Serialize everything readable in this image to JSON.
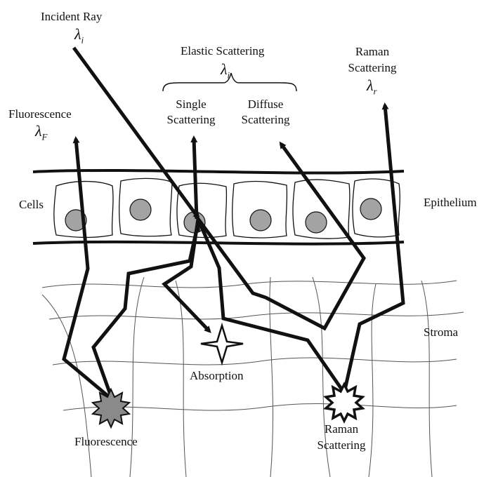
{
  "labels": {
    "incident_ray": "Incident Ray",
    "elastic_scattering": "Elastic Scattering",
    "raman_top_line1": "Raman",
    "raman_top_line2": "Scattering",
    "fluorescence_top": "Fluorescence",
    "single_line1": "Single",
    "single_line2": "Scattering",
    "diffuse_line1": "Diffuse",
    "diffuse_line2": "Scattering",
    "cells": "Cells",
    "epithelium": "Epithelium",
    "stroma": "Stroma",
    "absorption": "Absorption",
    "fluorescence_bottom": "Fluorescence",
    "raman_bottom_line1": "Raman",
    "raman_bottom_line2": "Scattering"
  },
  "symbols": {
    "lambda": "λ",
    "incident_sub": "i",
    "elastic_sub": "i",
    "raman_sub": "r",
    "fluorescence_sub": "F"
  },
  "colors": {
    "ink": "#111111",
    "nucleus": "#a3a3a3",
    "fluorescence_burst": "#8a8a8a"
  }
}
